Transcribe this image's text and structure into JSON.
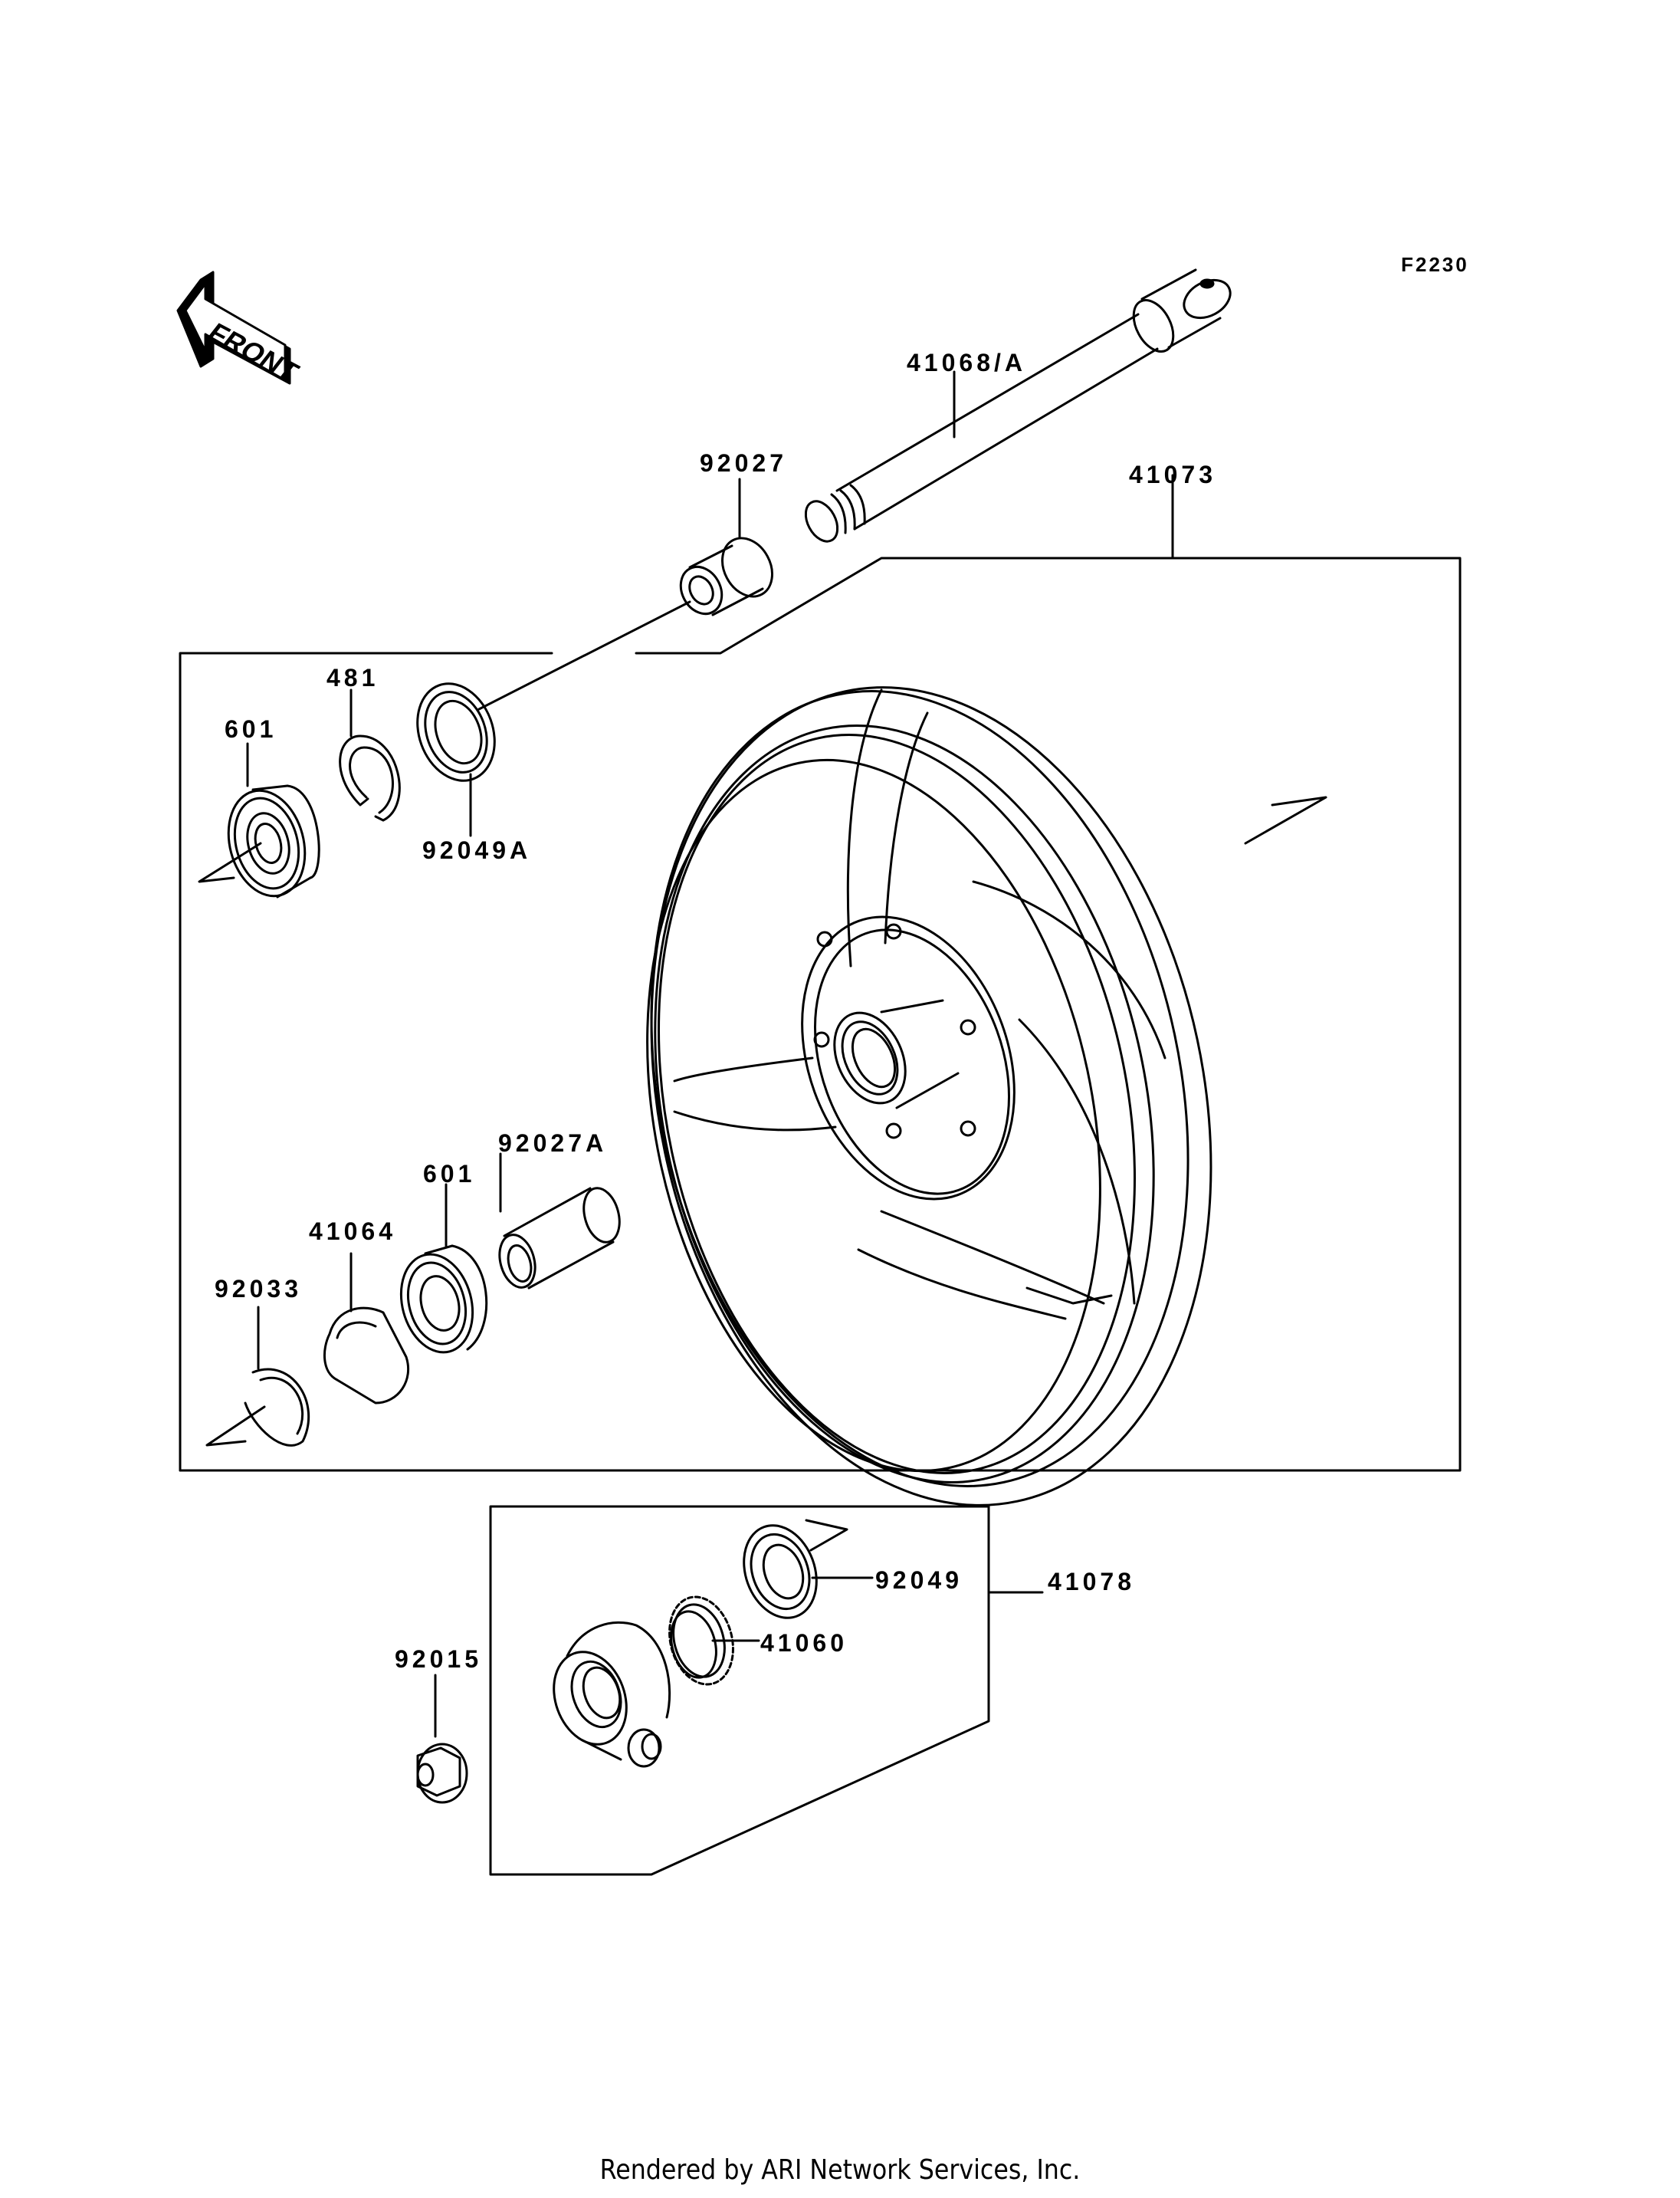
{
  "figure_code": "F2230",
  "front_indicator": {
    "label": "FRONT",
    "icon": "front-arrow-icon"
  },
  "parts": [
    {
      "id": "axle",
      "number": "41068/A"
    },
    {
      "id": "collar-upper",
      "number": "92027"
    },
    {
      "id": "wheel-assembly",
      "number": "41073"
    },
    {
      "id": "bearing-left",
      "number": "601"
    },
    {
      "id": "circlip",
      "number": "481"
    },
    {
      "id": "oil-seal-a",
      "number": "92049A"
    },
    {
      "id": "collar-lower",
      "number": "92027A"
    },
    {
      "id": "bearing-right",
      "number": "601"
    },
    {
      "id": "coupling",
      "number": "41064"
    },
    {
      "id": "snap-ring",
      "number": "92033"
    },
    {
      "id": "oil-seal",
      "number": "92049"
    },
    {
      "id": "speedo-gearbox",
      "number": "41078"
    },
    {
      "id": "speedo-gear",
      "number": "41060"
    },
    {
      "id": "nut",
      "number": "92015"
    }
  ],
  "footer": "Rendered by ARI Network Services, Inc."
}
